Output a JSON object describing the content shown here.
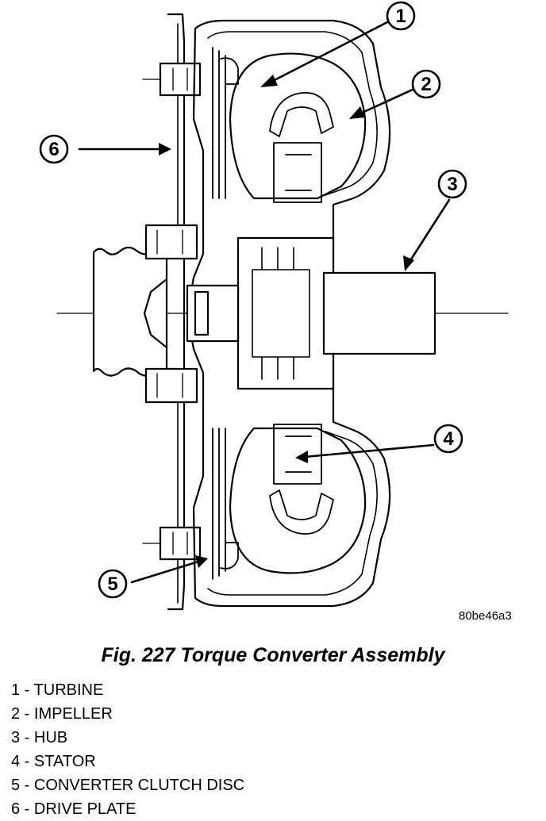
{
  "callouts": [
    "1",
    "2",
    "3",
    "4",
    "5",
    "6"
  ],
  "image_code": "80be46a3",
  "figure_title": "Fig. 227 Torque Converter Assembly",
  "legend": [
    {
      "num": "1",
      "label": "TURBINE"
    },
    {
      "num": "2",
      "label": "IMPELLER"
    },
    {
      "num": "3",
      "label": "HUB"
    },
    {
      "num": "4",
      "label": "STATOR"
    },
    {
      "num": "5",
      "label": "CONVERTER CLUTCH DISC"
    },
    {
      "num": "6",
      "label": "DRIVE PLATE"
    }
  ],
  "colors": {
    "ink": "#000000",
    "paper": "#ffffff"
  }
}
